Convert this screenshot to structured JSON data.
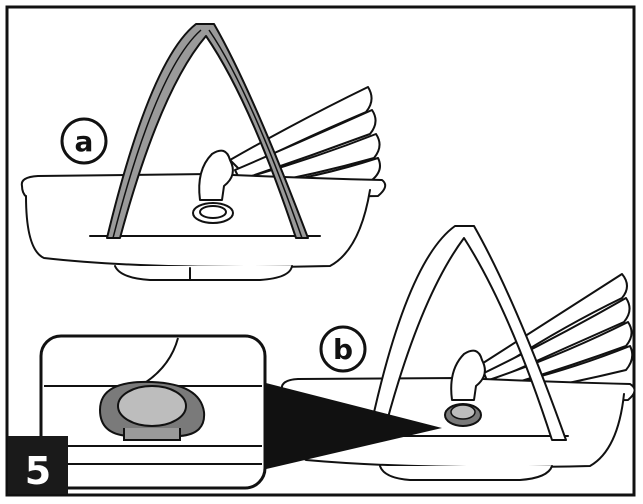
{
  "figure": {
    "step_number": "5",
    "panel_a_label": "a",
    "panel_b_label": "b",
    "colors": {
      "line": "#111111",
      "handle_fill": "#9a9a9a",
      "knob_fill": "#bdbdbd",
      "knob_shadow": "#7a7a7a",
      "step_box": "#1a1a1a",
      "step_text": "#ffffff",
      "background": "#ffffff"
    }
  }
}
